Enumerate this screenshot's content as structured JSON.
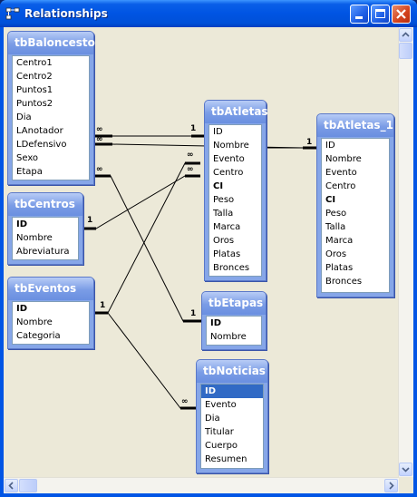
{
  "window": {
    "title": "Relationships"
  },
  "tables": [
    {
      "id": "tbBaloncesto",
      "title": "tbBaloncesto",
      "fields": [
        "Centro1",
        "Centro2",
        "Puntos1",
        "Puntos2",
        "Dia",
        "LAnotador",
        "LDefensivo",
        "Sexo",
        "Etapa"
      ],
      "keys": []
    },
    {
      "id": "tbCentros",
      "title": "tbCentros",
      "fields": [
        "ID",
        "Nombre",
        "Abreviatura"
      ],
      "keys": [
        "ID"
      ]
    },
    {
      "id": "tbEventos",
      "title": "tbEventos",
      "fields": [
        "ID",
        "Nombre",
        "Categoria"
      ],
      "keys": [
        "ID"
      ]
    },
    {
      "id": "tbAtletas",
      "title": "tbAtletas",
      "fields": [
        "ID",
        "Nombre",
        "Evento",
        "Centro",
        "CI",
        "Peso",
        "Talla",
        "Marca",
        "Oros",
        "Platas",
        "Bronces"
      ],
      "keys": [
        "CI"
      ]
    },
    {
      "id": "tbAtletas_1",
      "title": "tbAtletas_1",
      "fields": [
        "ID",
        "Nombre",
        "Evento",
        "Centro",
        "CI",
        "Peso",
        "Talla",
        "Marca",
        "Oros",
        "Platas",
        "Bronces"
      ],
      "keys": [
        "CI"
      ]
    },
    {
      "id": "tbEtapas",
      "title": "tbEtapas",
      "fields": [
        "ID",
        "Nombre"
      ],
      "keys": [
        "ID"
      ]
    },
    {
      "id": "tbNoticias",
      "title": "tbNoticias",
      "fields": [
        "ID",
        "Evento",
        "Dia",
        "Titular",
        "Cuerpo",
        "Resumen"
      ],
      "keys": [
        "ID"
      ],
      "selected": "ID"
    }
  ],
  "relationship_labels": {
    "one": "1",
    "many": "∞"
  }
}
